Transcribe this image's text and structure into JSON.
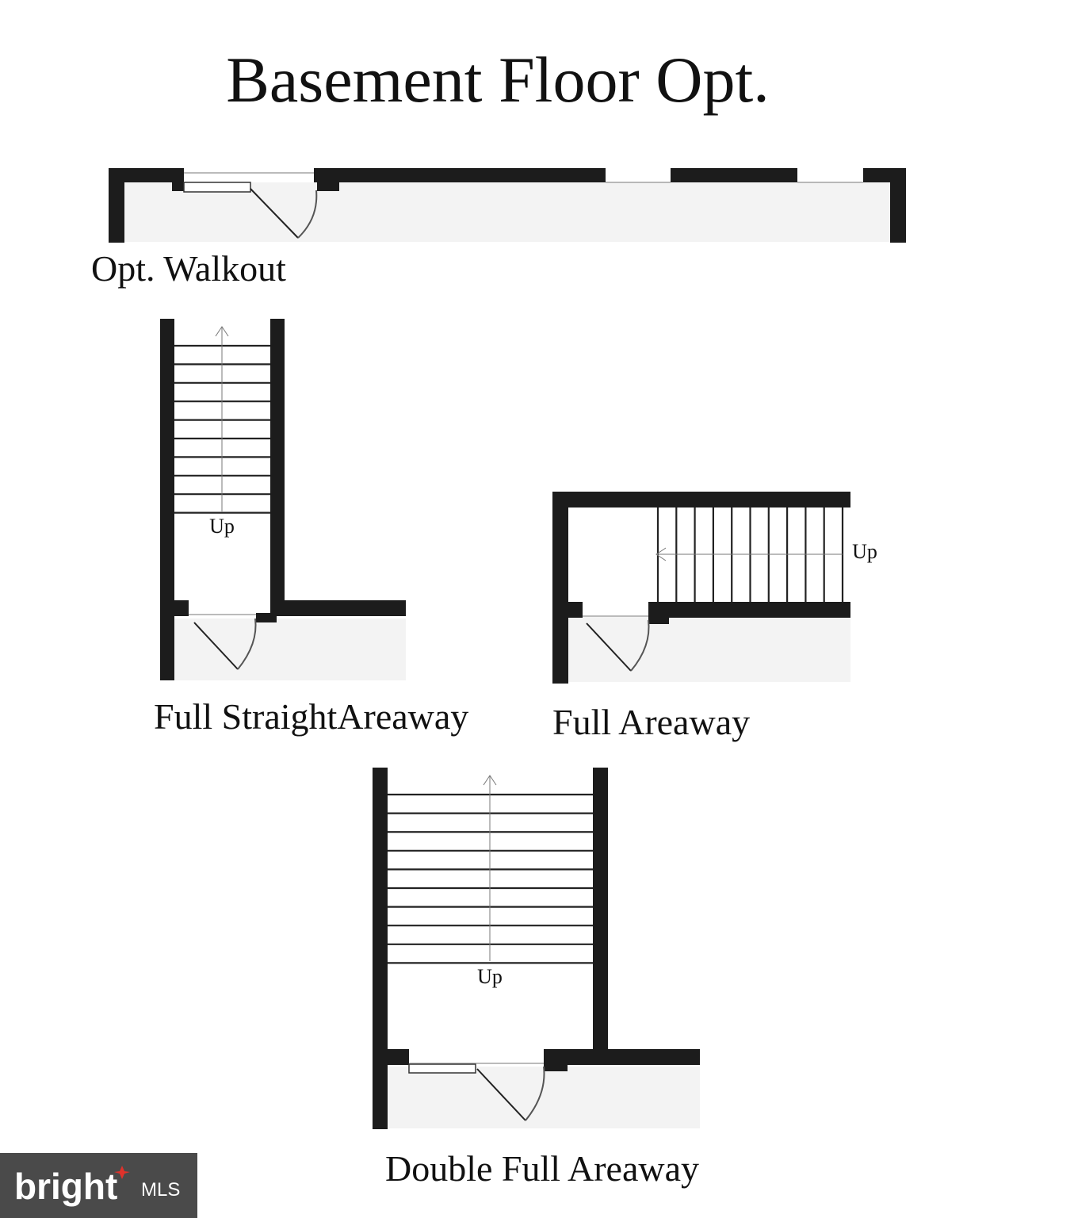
{
  "title": "Basement  Floor Opt.",
  "options": [
    {
      "caption": "Opt. Walkout",
      "stair_label": ""
    },
    {
      "caption": "Full StraightAreaway",
      "stair_label": "Up"
    },
    {
      "caption": "Full Areaway",
      "stair_label": "Up"
    },
    {
      "caption": "Double Full Areaway",
      "stair_label": "Up"
    }
  ],
  "watermark": {
    "brand": "bright",
    "suffix": "MLS",
    "accent_color": "#e0322b"
  },
  "colors": {
    "wall": "#1c1c1c",
    "floor": "#f3f3f3",
    "background": "#ffffff"
  }
}
